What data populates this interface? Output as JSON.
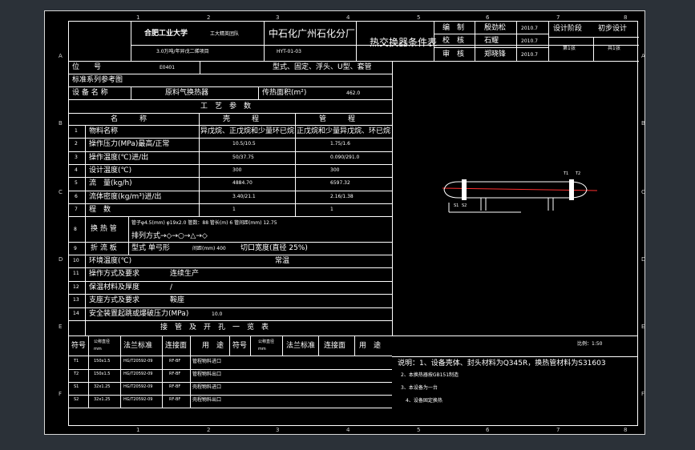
{
  "title_block": {
    "school": "合肥工业大学",
    "team": "工大精英团队",
    "company": "中石化广州石化分厂",
    "project": "3.0万吨/年异戊二烯项目",
    "drawing_no": "HYT-01-03",
    "doc_title": "热交换器条件表",
    "rows": [
      {
        "label": "编　制",
        "name": "殷劲松",
        "date": "2010.7"
      },
      {
        "label": "校　核",
        "name": "石耀",
        "date": "2010.7"
      },
      {
        "label": "审　核",
        "name": "郑晓锋",
        "date": "2010.7"
      }
    ],
    "stage_label": "设计阶段",
    "stage_value": "初步设计",
    "sheet": "第1张",
    "total": "共1张"
  },
  "info": {
    "tag_label": "位　　号",
    "tag_value": "E0401",
    "type_value": "型式、固定、浮头、U型、套管",
    "std_label": "标准系列参考图",
    "name_label": "设 备 名 称",
    "name_value": "原料气换热器",
    "area_label": "传热面积(m²)",
    "area_value": "462.0"
  },
  "process": {
    "section_title": "工　艺　参　数",
    "col_param": "名　　　称",
    "col_shell": "壳　　　程",
    "col_tube": "管　　　程",
    "rows": [
      {
        "no": "1",
        "name": "物料名称",
        "shell": "异戊烷、正戊烷和少量环已烷",
        "tube": "正戊烷和少量异戊烷、环已烷"
      },
      {
        "no": "2",
        "name": "操作压力(MPa)最高/正常",
        "shell": "10.5/10.5",
        "tube": "1.75/1.6"
      },
      {
        "no": "3",
        "name": "操作温度(℃)进/出",
        "shell": "50/37.75",
        "tube": "0.090/291.0"
      },
      {
        "no": "4",
        "name": "设计温度(℃)",
        "shell": "300",
        "tube": "300"
      },
      {
        "no": "5",
        "name": "流　量(kg/h)",
        "shell": "4884.70",
        "tube": "6597.32"
      },
      {
        "no": "6",
        "name": "流体密度(kg/m³)进/出",
        "shell": "3.40/21.1",
        "tube": "2.16/1.38"
      },
      {
        "no": "7",
        "name": "程　数",
        "shell": "1",
        "tube": "1"
      }
    ],
    "tube_row": {
      "no": "8",
      "name": "换 热 管",
      "spec": "管子φ4.5(mm)  φ19x2.0  管数：88  管长(m) 6  管间距(mm) 12.75",
      "arrange": "排列方式→◇→○→△→◇"
    },
    "baffle_row": {
      "no": "9",
      "name": "折 流 板",
      "spec": "型式 单弓形",
      "spacing": "间距(mm) 400",
      "cut": "切口宽度(直径 25%)"
    },
    "rows2": [
      {
        "no": "10",
        "name": "环境温度(℃)",
        "value": "常温"
      },
      {
        "no": "11",
        "name": "操作方式及要求",
        "value": "连续生产"
      },
      {
        "no": "12",
        "name": "保温材料及厚度",
        "value": "/"
      },
      {
        "no": "13",
        "name": "支座方式及要求",
        "value": "鞍座"
      },
      {
        "no": "14",
        "name": "安全装置起跳或爆破压力(MPa)",
        "value": "10.0"
      }
    ]
  },
  "nozzles": {
    "section_title": "接　管　及　开　孔　一　览　表",
    "headers": [
      "符号",
      "公称直径",
      "法兰标准",
      "连接面",
      "用　途",
      "符号",
      "公称直径",
      "法兰标准",
      "连接面",
      "用　途"
    ],
    "header_sub": [
      "",
      "mm",
      "",
      "",
      "",
      "",
      "mm",
      "",
      "",
      ""
    ],
    "rows": [
      {
        "sym": "T1",
        "dn": "150x1.5",
        "std": "HG/T20592-09",
        "face": "RF-BF",
        "use": "管程物料进口"
      },
      {
        "sym": "T2",
        "dn": "150x1.5",
        "std": "HG/T20592-09",
        "face": "RF-BF",
        "use": "管程物料出口"
      },
      {
        "sym": "S1",
        "dn": "32x1.25",
        "std": "HG/T20592-09",
        "face": "RF-BF",
        "use": "壳程物料进口"
      },
      {
        "sym": "S2",
        "dn": "32x1.25",
        "std": "HG/T20592-09",
        "face": "RF-BF",
        "use": "壳程物料出口"
      }
    ]
  },
  "notes": {
    "scale": "比例：1:50",
    "lines": [
      "说明：1、设备壳体、封头材料为Q345R，换热管材料为S31603",
      "2、本换热器按GB151制造",
      "3、本设备为一台",
      "4、设备固定换热"
    ]
  },
  "drawing": {
    "labels": [
      "T1",
      "T2",
      "S1",
      "S2"
    ]
  },
  "zones": {
    "rows": [
      "A",
      "B",
      "C",
      "D",
      "E",
      "F"
    ],
    "cols": [
      "1",
      "2",
      "3",
      "4",
      "5",
      "6",
      "7",
      "8"
    ]
  }
}
